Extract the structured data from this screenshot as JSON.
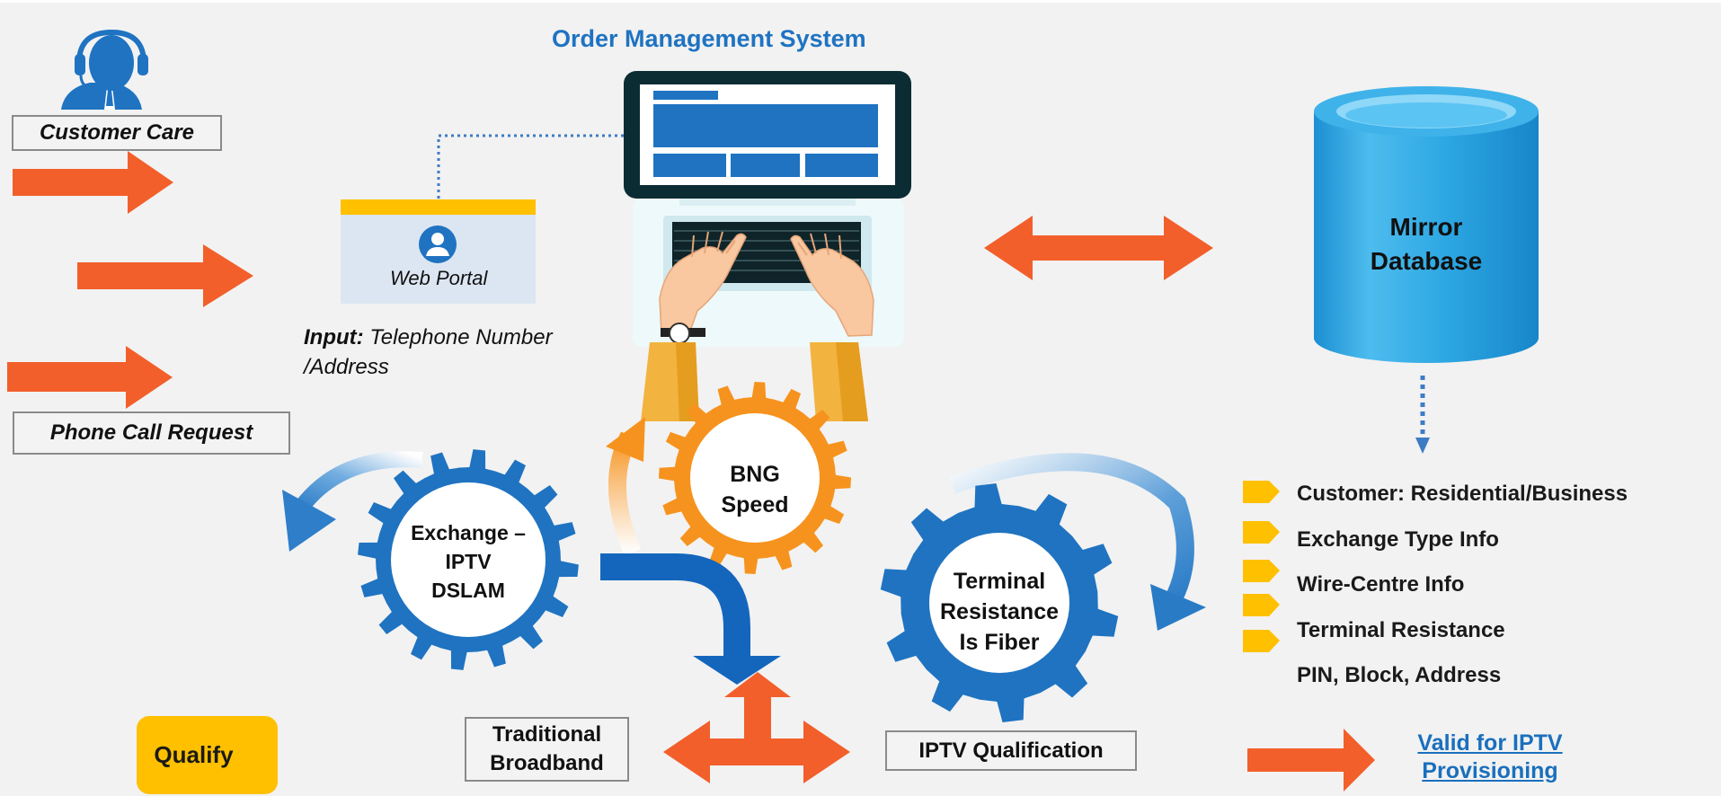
{
  "title": "Order Management System",
  "inputs": {
    "customer_care": "Customer Care",
    "phone_call": "Phone Call Request",
    "web_portal": "Web Portal",
    "input_label": "Input:",
    "input_text_line1": "Telephone Number",
    "input_text_line2": "/Address"
  },
  "database": {
    "line1": "Mirror",
    "line2": "Database"
  },
  "gears": {
    "bng": {
      "line1": "BNG",
      "line2": "Speed"
    },
    "exchange": {
      "line1": "Exchange –",
      "line2": "IPTV",
      "line3": "DSLAM"
    },
    "terminal": {
      "line1": "Terminal",
      "line2": "Resistance",
      "line3": "Is Fiber"
    }
  },
  "db_fields": [
    "Customer: Residential/Business",
    "Exchange Type Info",
    "Wire-Centre Info",
    "Terminal Resistance",
    "PIN, Block, Address"
  ],
  "outcomes": {
    "traditional_line1": "Traditional",
    "traditional_line2": "Broadband",
    "iptv_qualification": "IPTV Qualification",
    "qualify": "Qualify",
    "valid_line1": "Valid for IPTV",
    "valid_line2": "Provisioning"
  },
  "colors": {
    "orange_arrow": "#f25f2b",
    "blue": "#1f73c1",
    "gear_orange": "#f6931e",
    "yellow": "#ffc000",
    "title_blue": "#1f73c1",
    "cylinder": "#2aa4e0"
  },
  "icons": [
    "headset-user-icon",
    "laptop-typing-icon",
    "user-circle-icon",
    "cylinder-database-icon",
    "gear-icon",
    "curved-arrow-icon",
    "pentagon-bullet-icon",
    "split-arrow-icon"
  ]
}
